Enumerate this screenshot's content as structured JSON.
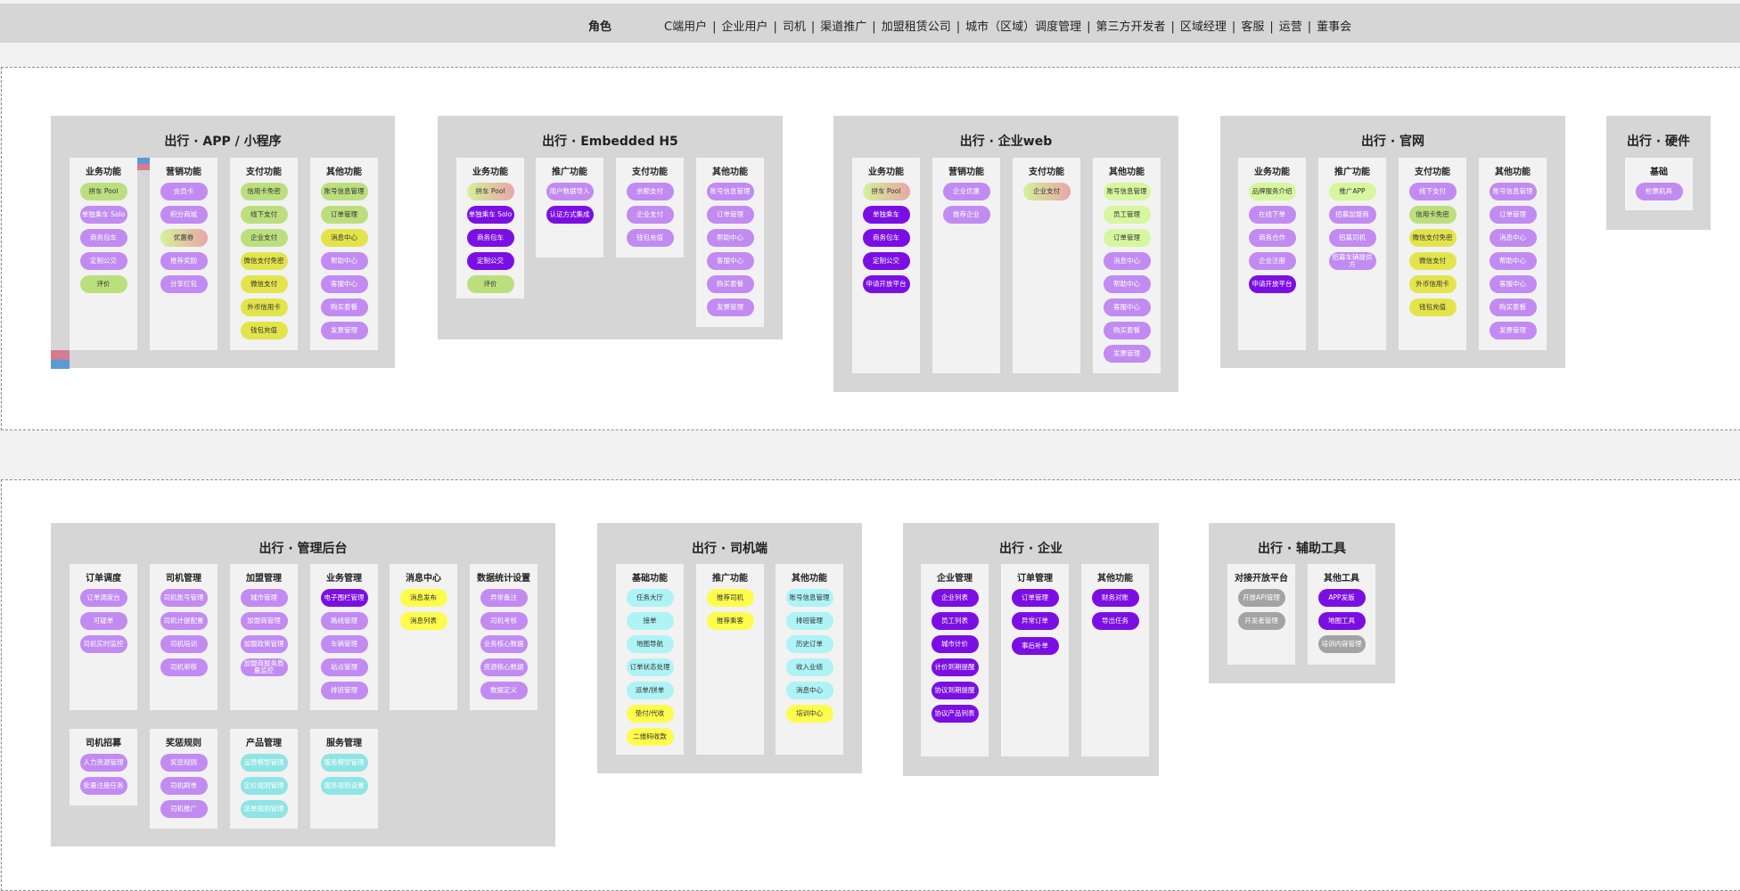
{
  "header": {
    "role_label": "角色",
    "roles": [
      "C端用户",
      "企业用户",
      "司机",
      "渠道推广",
      "加盟租赁公司",
      "城市（区域）调度管理",
      "第三方开发者",
      "区域经理",
      "客服",
      "运营",
      "董事会"
    ],
    "separator": "|"
  },
  "colors": {
    "light_purple": "#c18bf2",
    "dark_purple": "#7b0fe3",
    "green": "#bcdf7e",
    "lime": "#d7f79f",
    "olive_yellow": "#e3e44c",
    "yellow": "#fdfc4d",
    "cyan": "#aef3f6",
    "teal": "#8fe4e4",
    "gray": "#a3a3a3",
    "panel": "#d6d6d6",
    "column": "#f2f2f2"
  },
  "panels": [
    {
      "id": "app",
      "title": "出行 · APP / 小程序",
      "columns": [
        {
          "title": "业务功能",
          "items": [
            {
              "label": "拼车 Pool",
              "type": "g"
            },
            {
              "label": "单独乘车 Solo",
              "type": "p"
            },
            {
              "label": "商务包车",
              "type": "p"
            },
            {
              "label": "定制公交",
              "type": "p"
            },
            {
              "label": "评价",
              "type": "g"
            }
          ]
        },
        {
          "title": "营销功能",
          "items": [
            {
              "label": "会员卡",
              "type": "p"
            },
            {
              "label": "积分商城",
              "type": "p"
            },
            {
              "label": "优惠券",
              "type": "grad"
            },
            {
              "label": "推荐奖励",
              "type": "p"
            },
            {
              "label": "分享红包",
              "type": "p"
            }
          ]
        },
        {
          "title": "支付功能",
          "items": [
            {
              "label": "信用卡免密",
              "type": "g"
            },
            {
              "label": "线下支付",
              "type": "g"
            },
            {
              "label": "企业支付",
              "type": "g"
            },
            {
              "label": "微信支付免密",
              "type": "y"
            },
            {
              "label": "微信支付",
              "type": "y"
            },
            {
              "label": "外币信用卡",
              "type": "y"
            },
            {
              "label": "钱包充值",
              "type": "y"
            }
          ]
        },
        {
          "title": "其他功能",
          "items": [
            {
              "label": "账号信息管理",
              "type": "g"
            },
            {
              "label": "订单管理",
              "type": "g"
            },
            {
              "label": "消息中心",
              "type": "y"
            },
            {
              "label": "帮助中心",
              "type": "p"
            },
            {
              "label": "客服中心",
              "type": "p"
            },
            {
              "label": "购买套餐",
              "type": "p"
            },
            {
              "label": "发票管理",
              "type": "p"
            }
          ]
        }
      ]
    },
    {
      "id": "h5",
      "title": "出行 · Embedded H5",
      "columns": [
        {
          "title": "业务功能",
          "items": [
            {
              "label": "拼车 Pool",
              "type": "grad"
            },
            {
              "label": "单独乘车 Solo",
              "type": "dp"
            },
            {
              "label": "商务包车",
              "type": "dp"
            },
            {
              "label": "定制公交",
              "type": "dp"
            },
            {
              "label": "评价",
              "type": "g"
            }
          ]
        },
        {
          "title": "推广功能",
          "items": [
            {
              "label": "用户数据导入",
              "type": "p"
            },
            {
              "label": "认证方式集成",
              "type": "dp"
            }
          ]
        },
        {
          "title": "支付功能",
          "items": [
            {
              "label": "余额支付",
              "type": "p"
            },
            {
              "label": "企业支付",
              "type": "p"
            },
            {
              "label": "钱包充值",
              "type": "p"
            }
          ]
        },
        {
          "title": "其他功能",
          "items": [
            {
              "label": "账号信息管理",
              "type": "p"
            },
            {
              "label": "订单管理",
              "type": "p"
            },
            {
              "label": "帮助中心",
              "type": "p"
            },
            {
              "label": "客服中心",
              "type": "p"
            },
            {
              "label": "购买套餐",
              "type": "p"
            },
            {
              "label": "发票管理",
              "type": "p"
            }
          ]
        }
      ]
    },
    {
      "id": "web",
      "title": "出行 · 企业web",
      "columns": [
        {
          "title": "业务功能",
          "items": [
            {
              "label": "拼车 Pool",
              "type": "grad"
            },
            {
              "label": "单独乘车",
              "type": "dp"
            },
            {
              "label": "商务包车",
              "type": "dp"
            },
            {
              "label": "定制公交",
              "type": "dp"
            },
            {
              "label": "申请开放平台",
              "type": "dp"
            }
          ]
        },
        {
          "title": "营销功能",
          "items": [
            {
              "label": "企业优惠",
              "type": "p"
            },
            {
              "label": "推荐企业",
              "type": "p"
            }
          ]
        },
        {
          "title": "支付功能",
          "items": [
            {
              "label": "企业支付",
              "type": "grad"
            }
          ]
        },
        {
          "title": "其他功能",
          "items": [
            {
              "label": "账号信息管理",
              "type": "lg"
            },
            {
              "label": "员工管理",
              "type": "lg"
            },
            {
              "label": "订单管理",
              "type": "lg"
            },
            {
              "label": "消息中心",
              "type": "p"
            },
            {
              "label": "帮助中心",
              "type": "p"
            },
            {
              "label": "客服中心",
              "type": "p"
            },
            {
              "label": "购买套餐",
              "type": "p"
            },
            {
              "label": "发票管理",
              "type": "p"
            }
          ]
        }
      ]
    },
    {
      "id": "site",
      "title": "出行 · 官网",
      "columns": [
        {
          "title": "业务功能",
          "items": [
            {
              "label": "品牌服务介绍",
              "type": "lg"
            },
            {
              "label": "在线下单",
              "type": "p"
            },
            {
              "label": "商务合作",
              "type": "p"
            },
            {
              "label": "企业注册",
              "type": "p"
            },
            {
              "label": "申请开放平台",
              "type": "dp"
            }
          ]
        },
        {
          "title": "推广功能",
          "items": [
            {
              "label": "推广APP",
              "type": "lg"
            },
            {
              "label": "招募加盟商",
              "type": "p"
            },
            {
              "label": "招募司机",
              "type": "p"
            },
            {
              "label": "招募车辆提供方",
              "type": "p"
            }
          ]
        },
        {
          "title": "支付功能",
          "items": [
            {
              "label": "线下支付",
              "type": "p"
            },
            {
              "label": "信用卡免密",
              "type": "g"
            },
            {
              "label": "微信支付免密",
              "type": "y"
            },
            {
              "label": "微信支付",
              "type": "y"
            },
            {
              "label": "外币信用卡",
              "type": "y"
            },
            {
              "label": "钱包充值",
              "type": "y"
            }
          ]
        },
        {
          "title": "其他功能",
          "items": [
            {
              "label": "账号信息管理",
              "type": "p"
            },
            {
              "label": "订单管理",
              "type": "p"
            },
            {
              "label": "消息中心",
              "type": "p"
            },
            {
              "label": "帮助中心",
              "type": "p"
            },
            {
              "label": "客服中心",
              "type": "p"
            },
            {
              "label": "购买套餐",
              "type": "p"
            },
            {
              "label": "发票管理",
              "type": "p"
            }
          ]
        }
      ]
    },
    {
      "id": "hw",
      "title": "出行 · 硬件",
      "columns": [
        {
          "title": "基础",
          "items": [
            {
              "label": "检票机具",
              "type": "p"
            }
          ]
        }
      ]
    },
    {
      "id": "admin",
      "title": "出行 · 管理后台",
      "columns": [
        {
          "title": "订单调度",
          "items": [
            {
              "label": "订单调度台",
              "type": "p"
            },
            {
              "label": "可疑单",
              "type": "p"
            },
            {
              "label": "司机实时监控",
              "type": "p"
            }
          ]
        },
        {
          "title": "司机管理",
          "items": [
            {
              "label": "司机账号管理",
              "type": "p"
            },
            {
              "label": "司机计提配置",
              "type": "p"
            },
            {
              "label": "司机培训",
              "type": "p"
            },
            {
              "label": "司机审核",
              "type": "p"
            }
          ]
        },
        {
          "title": "加盟管理",
          "items": [
            {
              "label": "城市管理",
              "type": "p"
            },
            {
              "label": "加盟商管理",
              "type": "p"
            },
            {
              "label": "加盟政策管理",
              "type": "p"
            },
            {
              "label": "加盟商服务质量监控",
              "type": "p"
            }
          ]
        },
        {
          "title": "业务管理",
          "items": [
            {
              "label": "电子围栏管理",
              "type": "dp"
            },
            {
              "label": "路线管理",
              "type": "p"
            },
            {
              "label": "车辆管理",
              "type": "p"
            },
            {
              "label": "站点管理",
              "type": "p"
            },
            {
              "label": "排班管理",
              "type": "p"
            }
          ]
        },
        {
          "title": "消息中心",
          "items": [
            {
              "label": "消息发布",
              "type": "yy"
            },
            {
              "label": "消息列表",
              "type": "yy"
            }
          ]
        },
        {
          "title": "数据统计设置",
          "items": [
            {
              "label": "异常备注",
              "type": "p"
            },
            {
              "label": "司机考核",
              "type": "p"
            },
            {
              "label": "业务核心数据",
              "type": "p"
            },
            {
              "label": "资源核心数据",
              "type": "p"
            },
            {
              "label": "数据定义",
              "type": "p"
            }
          ]
        },
        {
          "title": "司机招募",
          "items": [
            {
              "label": "人力资源管理",
              "type": "p"
            },
            {
              "label": "批量注册任务",
              "type": "p"
            }
          ]
        },
        {
          "title": "奖惩规则",
          "items": [
            {
              "label": "奖惩规则",
              "type": "p"
            },
            {
              "label": "司机刷单",
              "type": "p"
            },
            {
              "label": "司机推广",
              "type": "p"
            }
          ]
        },
        {
          "title": "产品管理",
          "items": [
            {
              "label": "运营模型管理",
              "type": "t"
            },
            {
              "label": "定价规则管理",
              "type": "t"
            },
            {
              "label": "派单规则管理",
              "type": "t"
            }
          ]
        },
        {
          "title": "服务管理",
          "items": [
            {
              "label": "服务模型管理",
              "type": "t"
            },
            {
              "label": "服务规则设置",
              "type": "t"
            }
          ]
        }
      ]
    },
    {
      "id": "driver",
      "title": "出行 · 司机端",
      "columns": [
        {
          "title": "基础功能",
          "items": [
            {
              "label": "任务大厅",
              "type": "c"
            },
            {
              "label": "接单",
              "type": "c"
            },
            {
              "label": "地图导航",
              "type": "c"
            },
            {
              "label": "订单状态处理",
              "type": "c"
            },
            {
              "label": "派单/拼单",
              "type": "c"
            },
            {
              "label": "垫付/代收",
              "type": "yy"
            },
            {
              "label": "二维码收款",
              "type": "yy"
            }
          ]
        },
        {
          "title": "推广功能",
          "items": [
            {
              "label": "推荐司机",
              "type": "yy"
            },
            {
              "label": "推荐乘客",
              "type": "yy"
            }
          ]
        },
        {
          "title": "其他功能",
          "items": [
            {
              "label": "账号信息管理",
              "type": "c"
            },
            {
              "label": "排班管理",
              "type": "c"
            },
            {
              "label": "历史订单",
              "type": "c"
            },
            {
              "label": "收入业绩",
              "type": "c"
            },
            {
              "label": "消息中心",
              "type": "c"
            },
            {
              "label": "培训中心",
              "type": "yy"
            }
          ]
        }
      ]
    },
    {
      "id": "ent",
      "title": "出行 · 企业",
      "columns": [
        {
          "title": "企业管理",
          "items": [
            {
              "label": "企业列表",
              "type": "dp"
            },
            {
              "label": "员工列表",
              "type": "dp"
            },
            {
              "label": "城市计价",
              "type": "dp"
            },
            {
              "label": "计价到期提醒",
              "type": "dp"
            },
            {
              "label": "协议到期提醒",
              "type": "dp"
            },
            {
              "label": "协议产品列表",
              "type": "dp"
            }
          ]
        },
        {
          "title": "订单管理",
          "items": [
            {
              "label": "订单管理",
              "type": "dp"
            },
            {
              "label": "异常订单",
              "type": "dp"
            },
            {
              "label": "事后补单",
              "type": "dp"
            }
          ]
        },
        {
          "title": "其他功能",
          "items": [
            {
              "label": "财务对账",
              "type": "dp"
            },
            {
              "label": "导出任务",
              "type": "dp"
            }
          ]
        }
      ]
    },
    {
      "id": "tools",
      "title": "出行 · 辅助工具",
      "columns": [
        {
          "title": "对接开放平台",
          "items": [
            {
              "label": "开放API管理",
              "type": "gr"
            },
            {
              "label": "开发者管理",
              "type": "gr"
            }
          ]
        },
        {
          "title": "其他工具",
          "items": [
            {
              "label": "APP发版",
              "type": "dp"
            },
            {
              "label": "地图工具",
              "type": "dp"
            },
            {
              "label": "培训内容管理",
              "type": "gr"
            }
          ]
        }
      ]
    }
  ]
}
